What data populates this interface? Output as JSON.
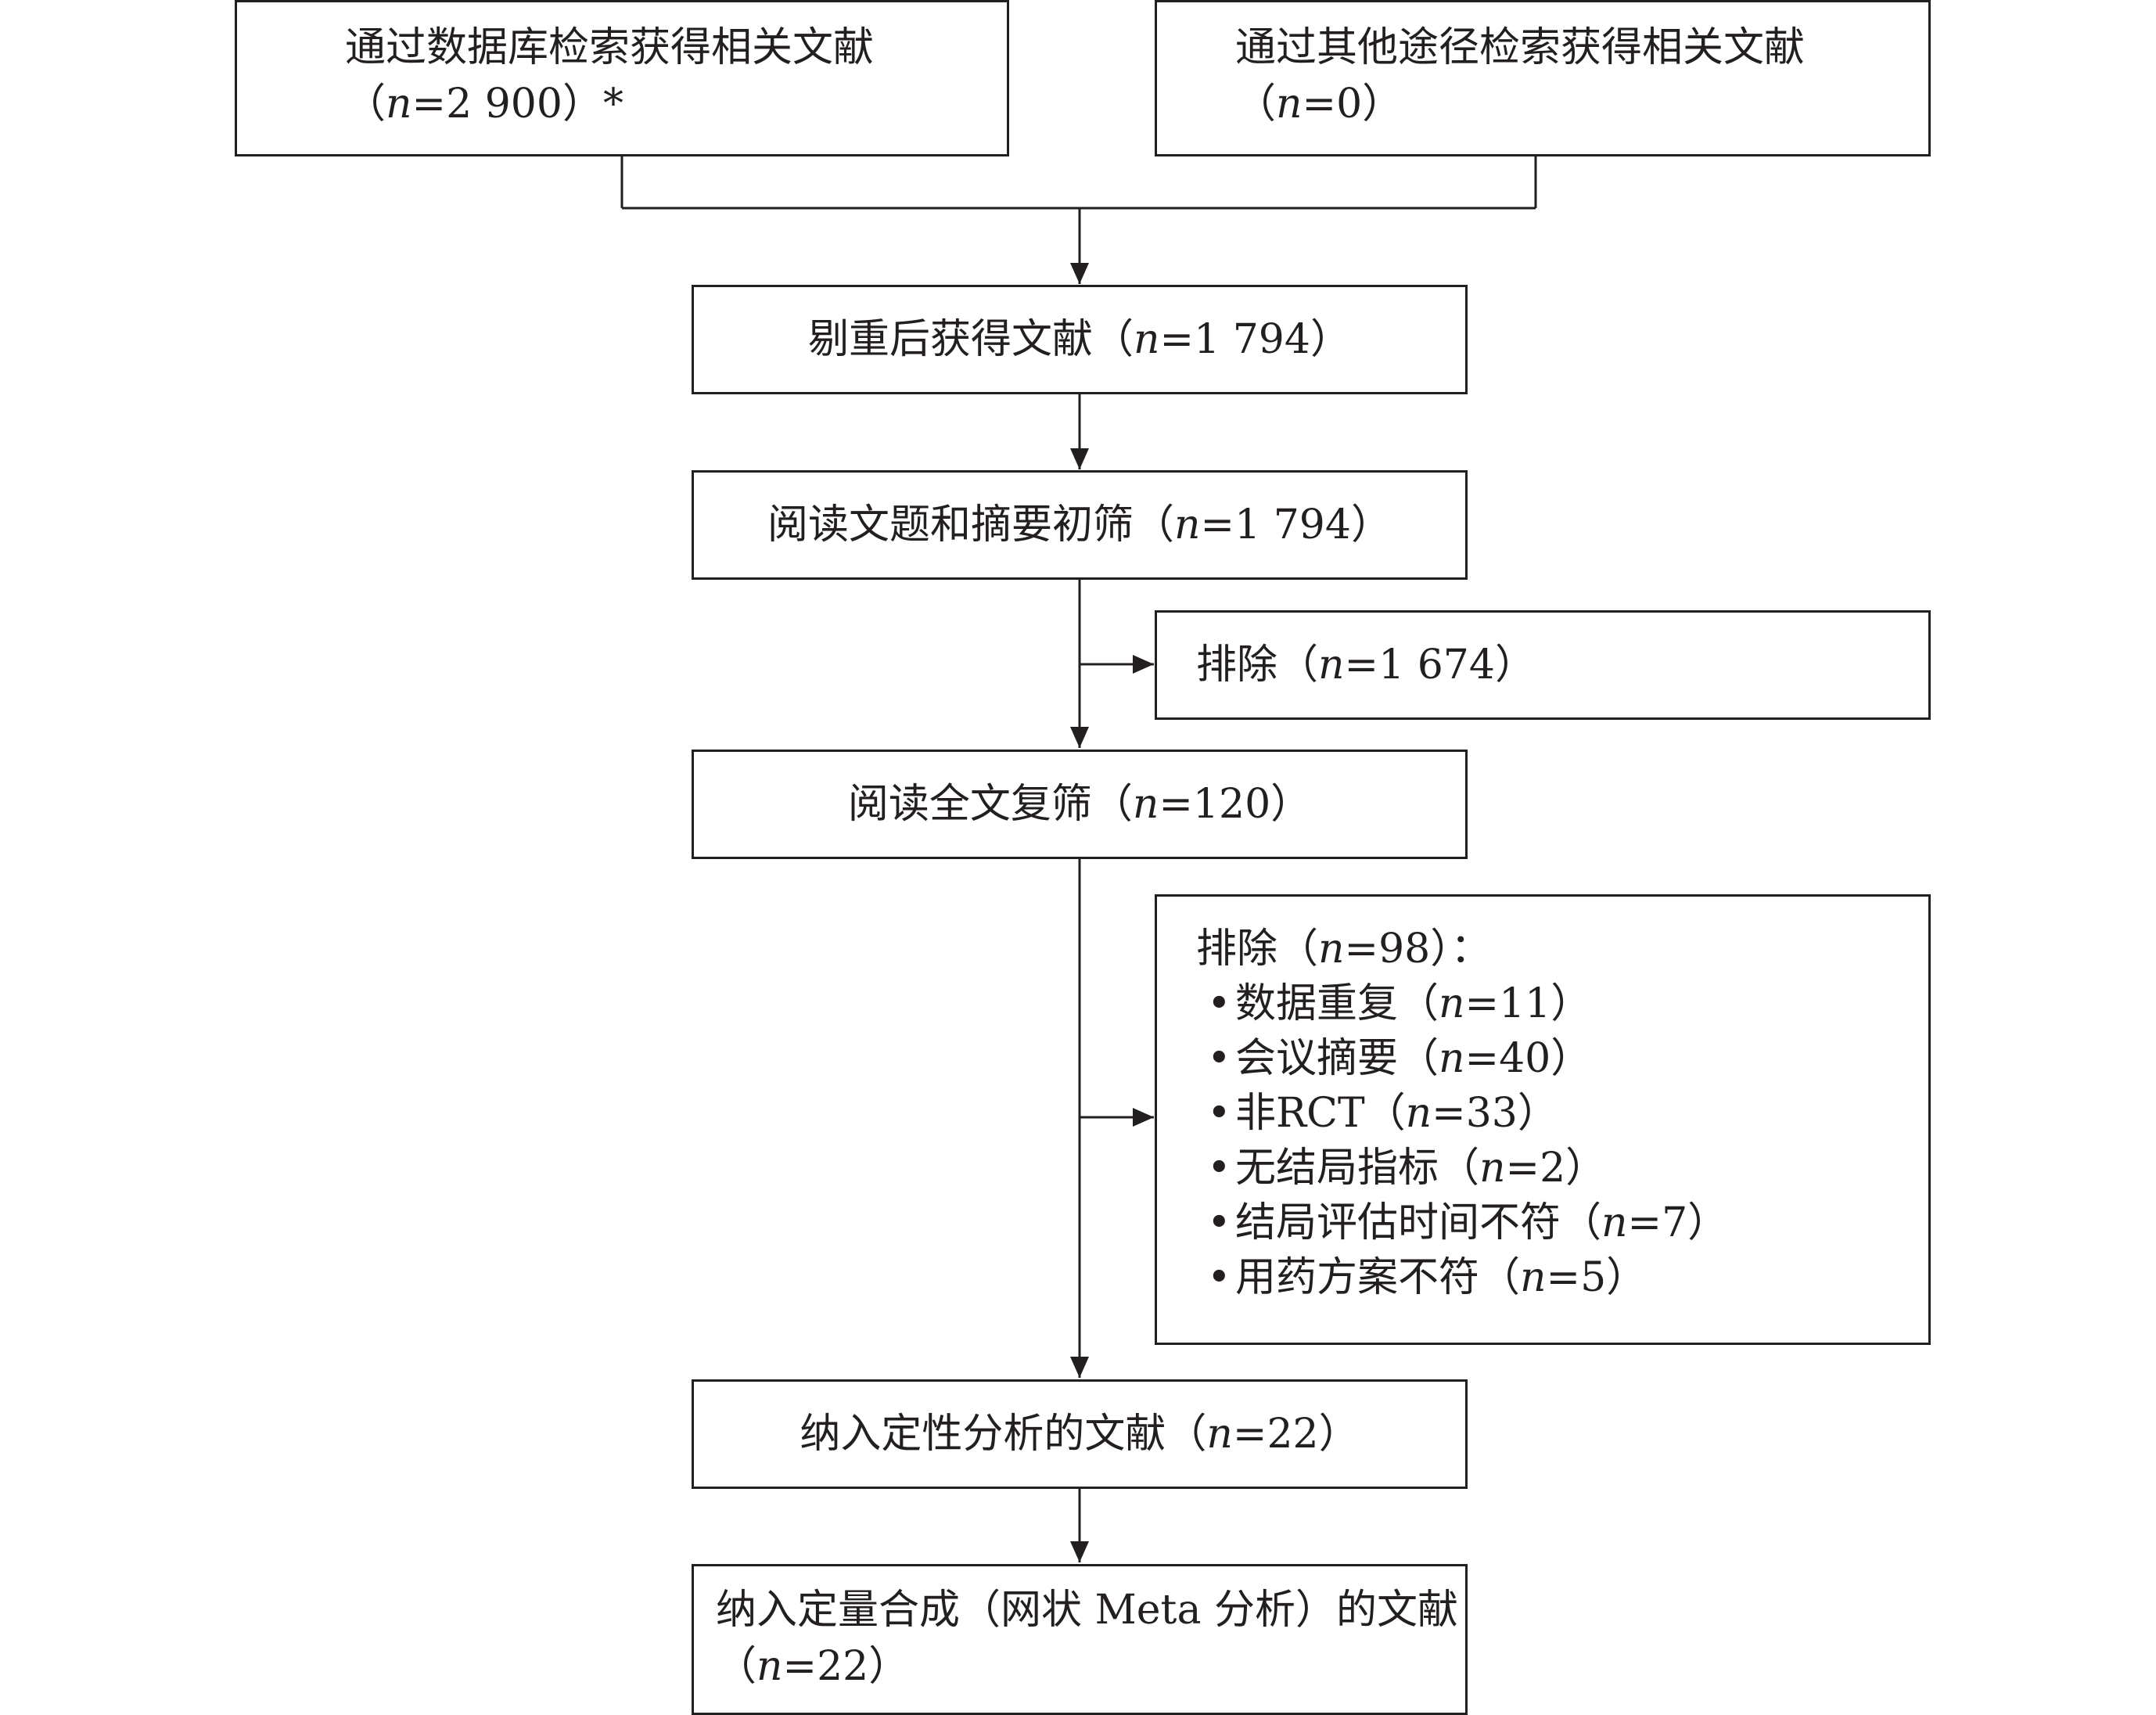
{
  "nodes": {
    "db_search": {
      "line1": "通过数据库检索获得相关文献",
      "line2": "（n=2 900）*"
    },
    "other_search": {
      "line1": "通过其他途径检索获得相关文献",
      "line2": "（n=0）"
    },
    "dedup": {
      "text": "剔重后获得文献（n=1 794）"
    },
    "title_abstract": {
      "text": "阅读文题和摘要初筛（n=1 794）"
    },
    "excluded_1": {
      "text": "排除（n=1 674）"
    },
    "fulltext": {
      "text": "阅读全文复筛（n=120）"
    },
    "excluded_2": {
      "title": "排除（n=98）：",
      "reasons": [
        "数据重复（n=11）",
        "会议摘要（n=40）",
        "非RCT（n=33）",
        "无结局指标（n=2）",
        "结局评估时间不符（n=7）",
        "用药方案不符（n=5）"
      ]
    },
    "qualitative": {
      "text": "纳入定性分析的文献（n=22）"
    },
    "quantitative": {
      "line1": "纳入定量合成（网状 Meta 分析）的文献",
      "line2": "（n=22）"
    }
  }
}
